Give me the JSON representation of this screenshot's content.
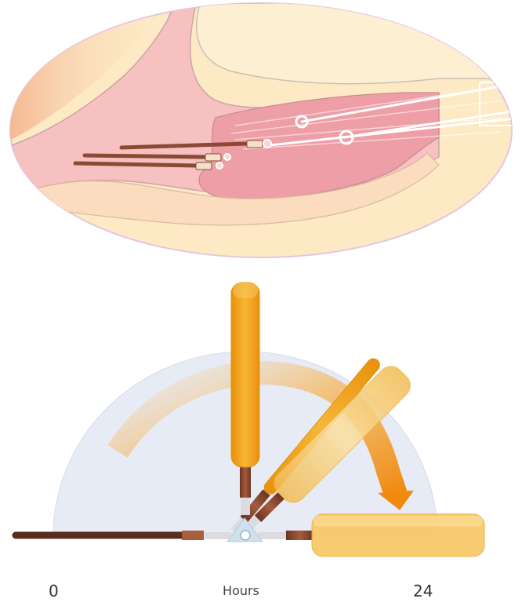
{
  "axis": {
    "start_label": "0",
    "middle_label": "Hours",
    "end_label": "24"
  },
  "colors": {
    "ellipse_fill": "#fde9c4",
    "ellipse_outline": "#e5c6e0",
    "tissue_pink": "#f2b3b8",
    "tissue_deep": "#ea8f9a",
    "skin_peach": "#f7c9a2",
    "wire_brown": "#8a4b36",
    "arc_background": "#e7ebf5",
    "arrow_orange": "#f39a1e",
    "handle_orange": "#f3a41f",
    "handle_light": "#f8cf72"
  },
  "icons": {
    "arrow": "curved-arrow-icon",
    "needle": "electrode-needle-icon"
  }
}
